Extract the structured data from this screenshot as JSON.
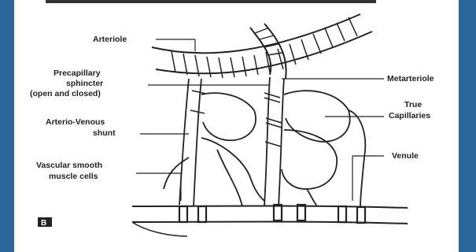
{
  "title_partial": "",
  "labels": {
    "arteriole": "Arteriole",
    "precapillary_1": "Precapillary",
    "precapillary_2": "sphincter",
    "precapillary_3": "(open and closed)",
    "av_shunt_1": "Arterio-Venous",
    "av_shunt_2": "shunt",
    "vsmc_1": "Vascular smooth",
    "vsmc_2": "muscle cells",
    "metarteriole": "Metarteriole",
    "true_cap_1": "True",
    "true_cap_2": "Capillaries",
    "venule": "Venule",
    "figure_letter": "B"
  },
  "colors": {
    "frame": "#2f6f9e",
    "ink": "#222222",
    "paper": "#ffffff"
  }
}
